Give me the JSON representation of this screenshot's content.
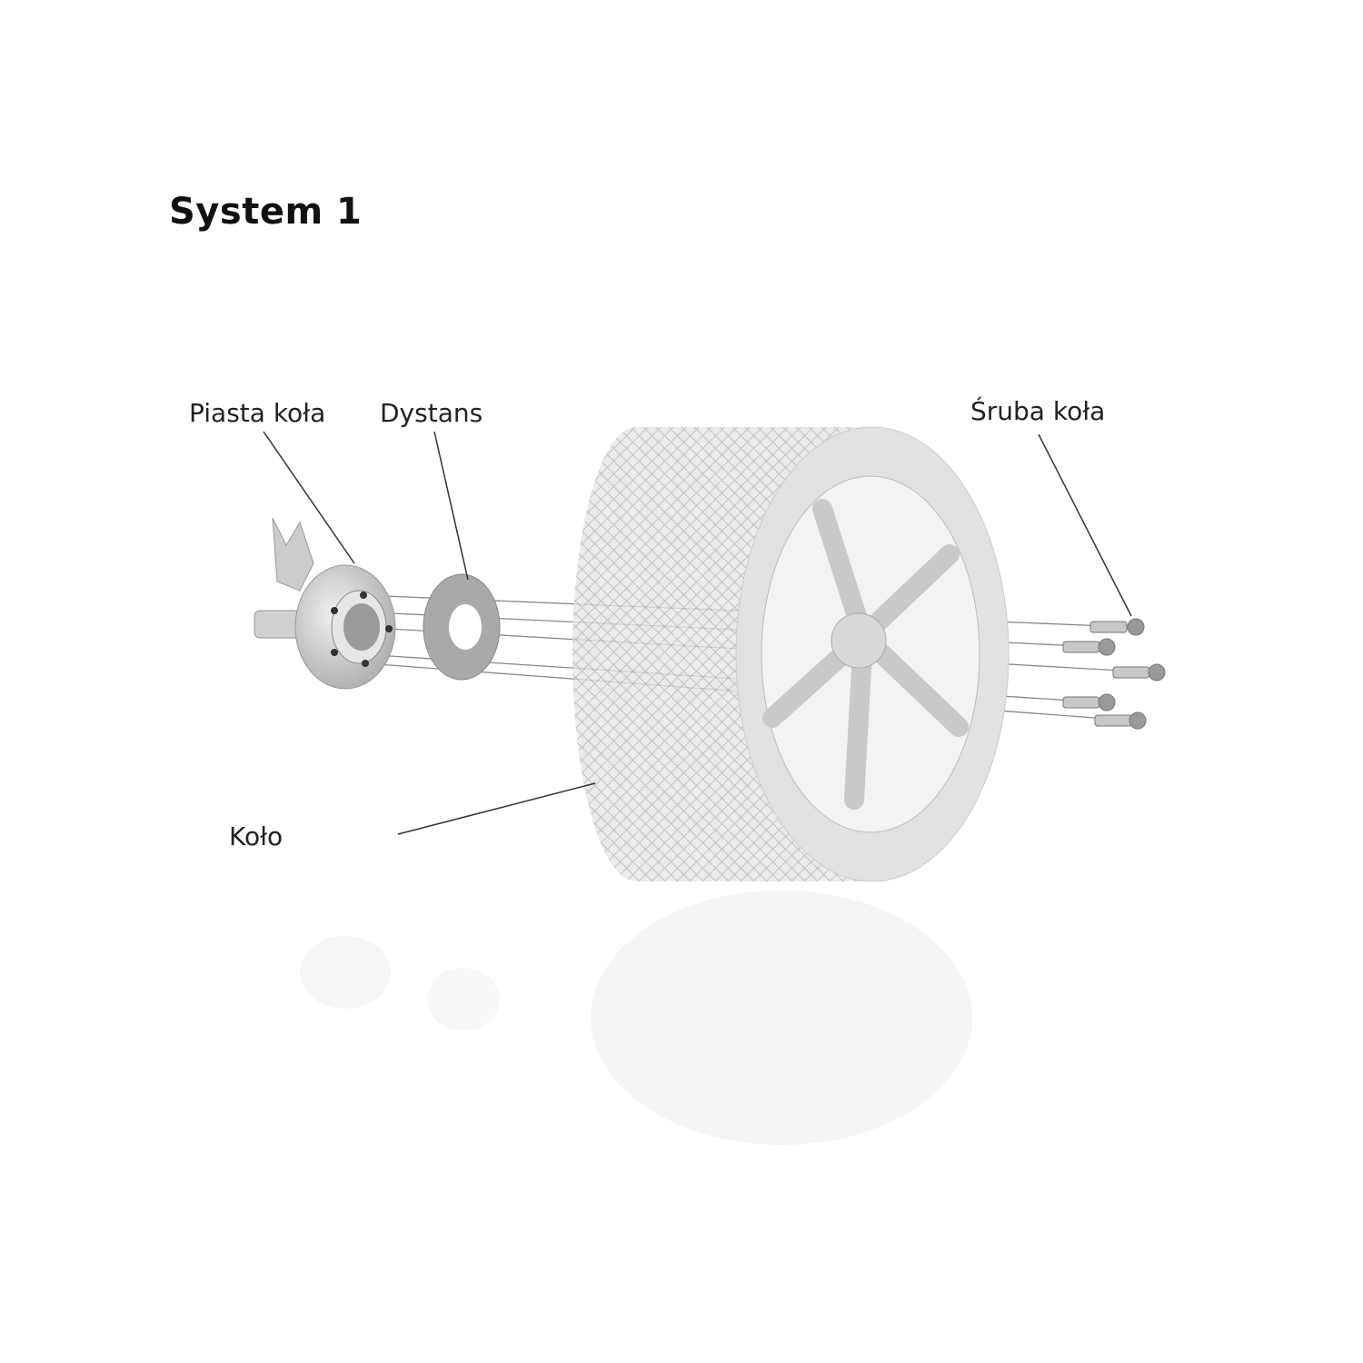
{
  "title": "System 1",
  "labels": {
    "hub": "Piasta koła",
    "spacer": "Dystans",
    "bolt": "Śruba koła",
    "wheel": "Koło"
  },
  "colors": {
    "text": "#222222",
    "line": "#333333",
    "part": "#bbbbbb"
  }
}
